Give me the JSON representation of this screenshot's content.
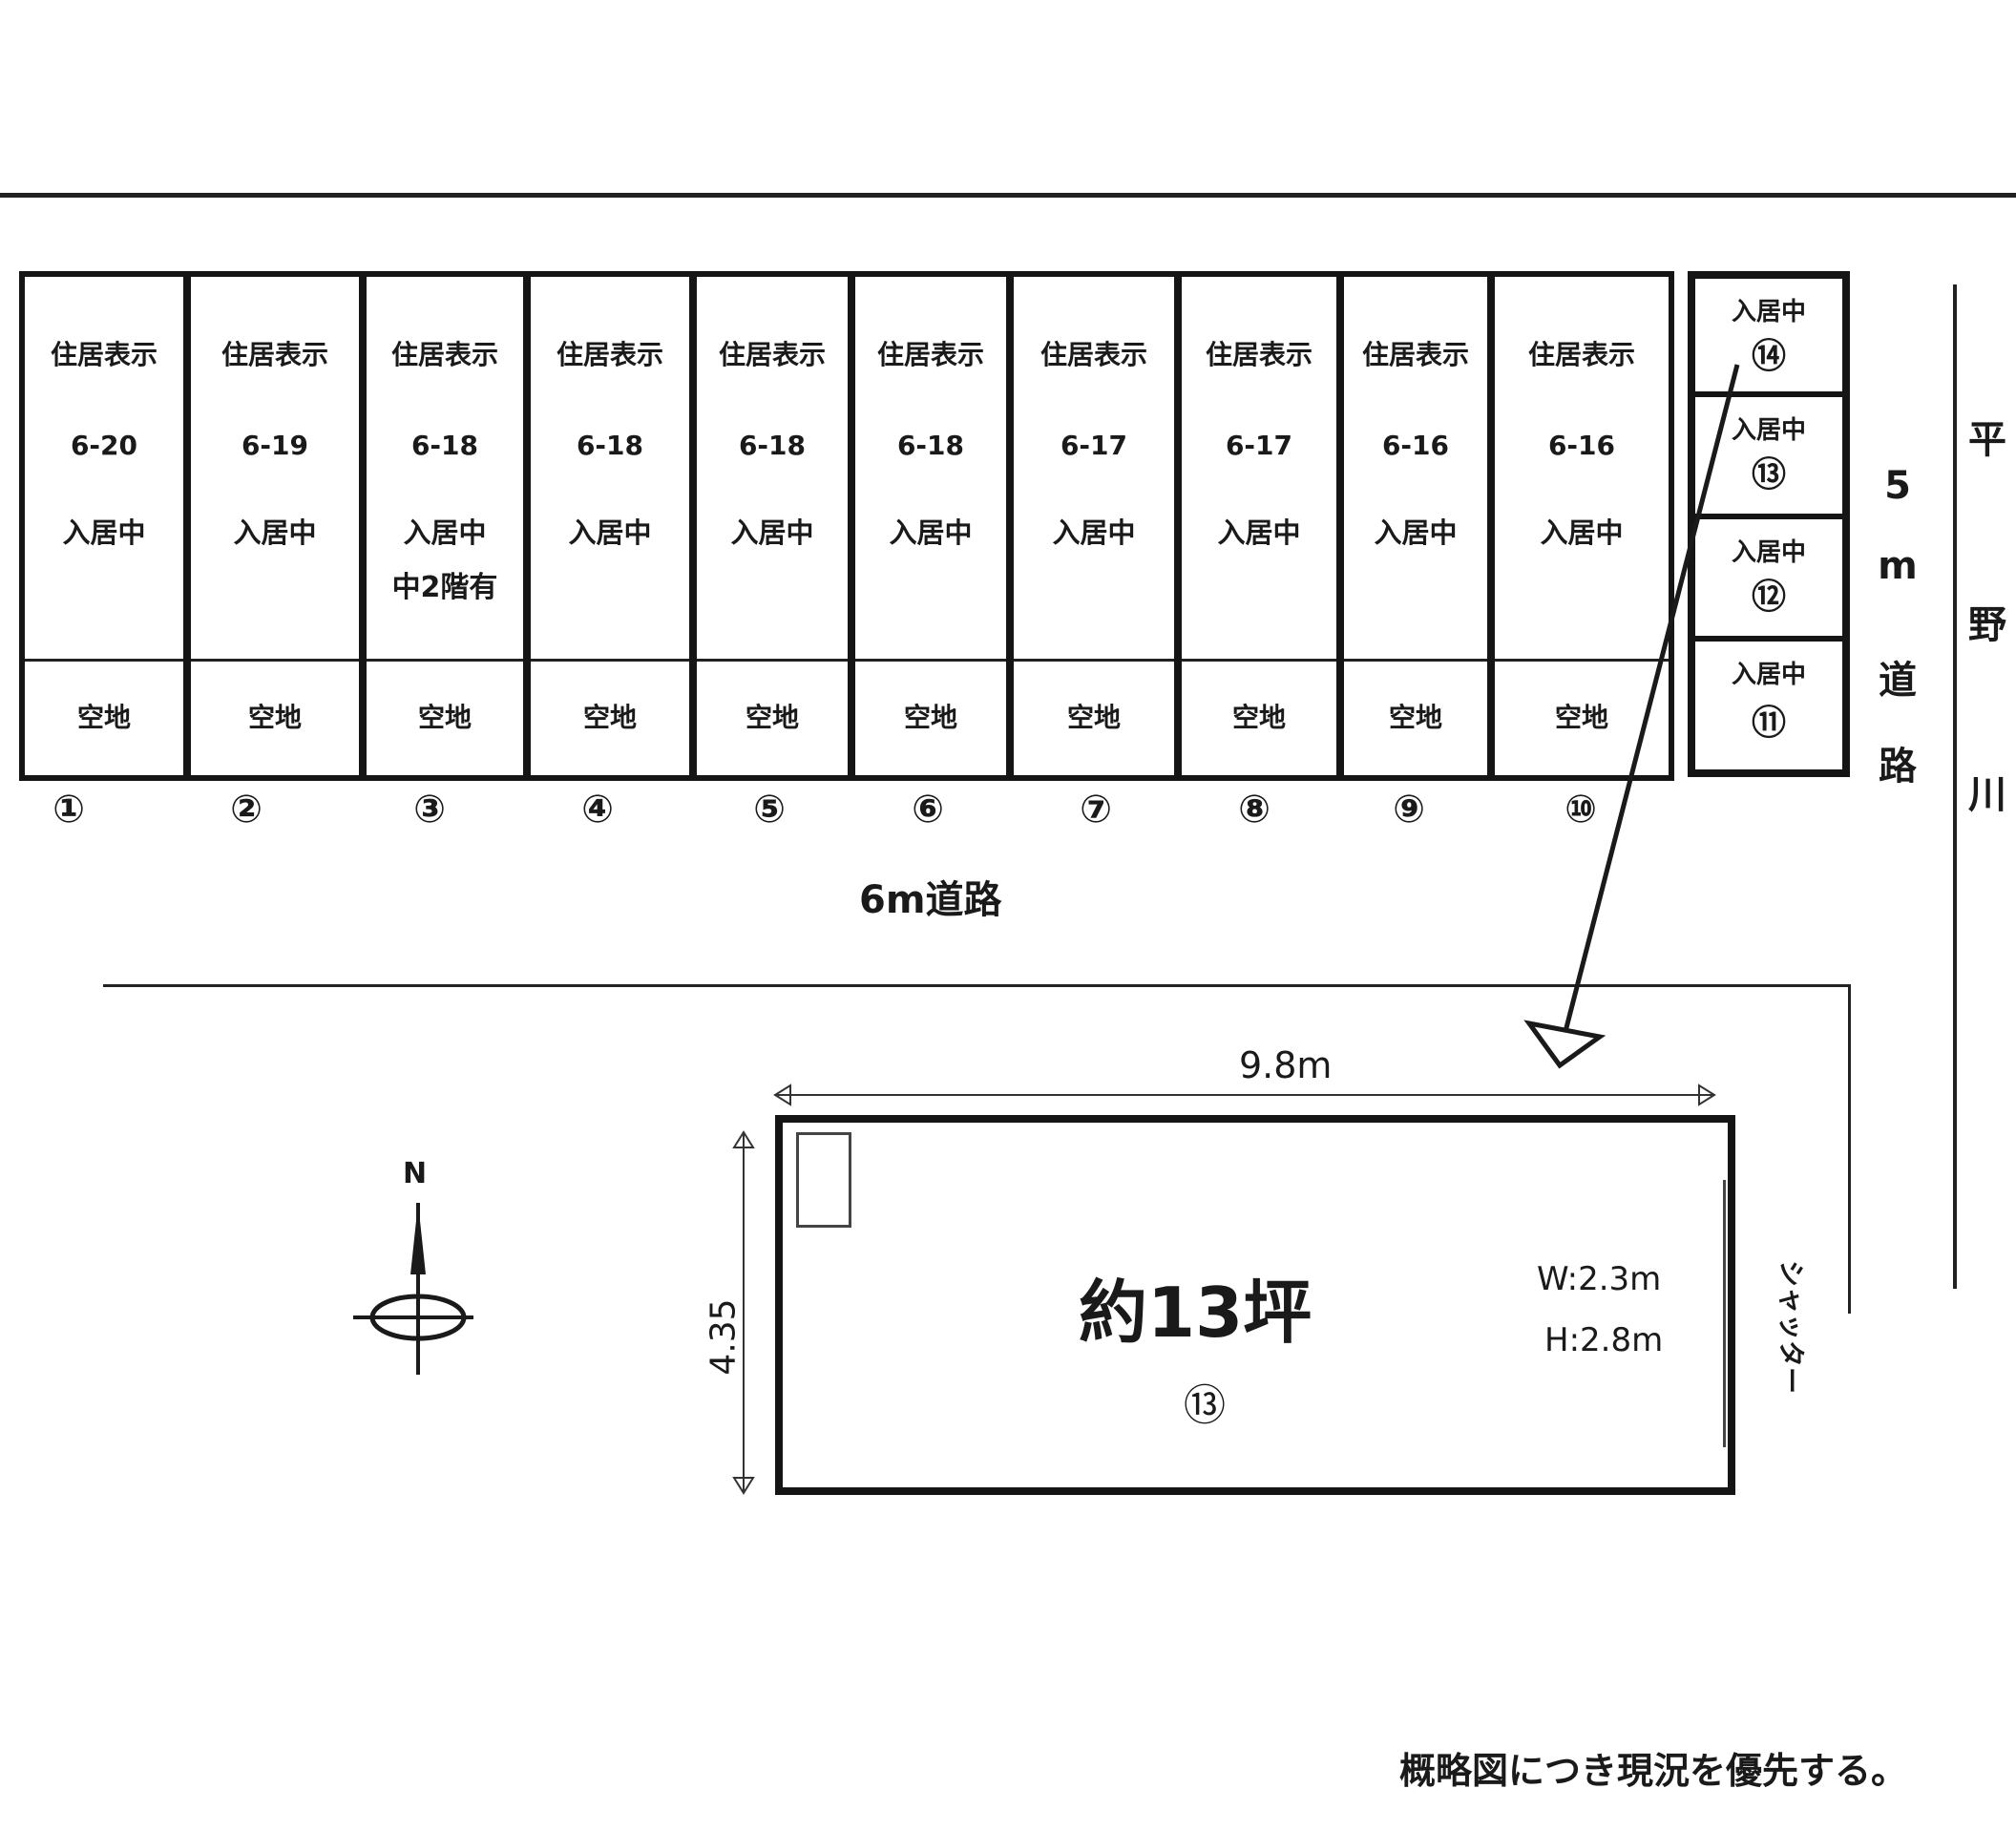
{
  "units": [
    {
      "addr_label": "住居表示",
      "addr": "6-20",
      "status": "入居中",
      "note": "",
      "yard": "空地",
      "num": "①"
    },
    {
      "addr_label": "住居表示",
      "addr": "6-19",
      "status": "入居中",
      "note": "",
      "yard": "空地",
      "num": "②"
    },
    {
      "addr_label": "住居表示",
      "addr": "6-18",
      "status": "入居中",
      "note": "中2階有",
      "yard": "空地",
      "num": "③"
    },
    {
      "addr_label": "住居表示",
      "addr": "6-18",
      "status": "入居中",
      "note": "",
      "yard": "空地",
      "num": "④"
    },
    {
      "addr_label": "住居表示",
      "addr": "6-18",
      "status": "入居中",
      "note": "",
      "yard": "空地",
      "num": "⑤"
    },
    {
      "addr_label": "住居表示",
      "addr": "6-18",
      "status": "入居中",
      "note": "",
      "yard": "空地",
      "num": "⑥"
    },
    {
      "addr_label": "住居表示",
      "addr": "6-17",
      "status": "入居中",
      "note": "",
      "yard": "空地",
      "num": "⑦"
    },
    {
      "addr_label": "住居表示",
      "addr": "6-17",
      "status": "入居中",
      "note": "",
      "yard": "空地",
      "num": "⑧"
    },
    {
      "addr_label": "住居表示",
      "addr": "6-16",
      "status": "入居中",
      "note": "",
      "yard": "空地",
      "num": "⑨"
    },
    {
      "addr_label": "住居表示",
      "addr": "6-16",
      "status": "入居中",
      "note": "",
      "yard": "空地",
      "num": "⑩"
    }
  ],
  "side_units": [
    {
      "status": "入居中",
      "num": "⑭"
    },
    {
      "status": "入居中",
      "num": "⑬"
    },
    {
      "status": "入居中",
      "num": "⑫"
    },
    {
      "status": "入居中",
      "num": "⑪"
    }
  ],
  "roads": {
    "south": "6m道路",
    "east_chars": [
      "5",
      "m",
      "道",
      "路"
    ],
    "river_chars": [
      "平",
      "野",
      "川"
    ]
  },
  "plan": {
    "width_label": "9.8m",
    "height_label": "4.35",
    "area": "約13坪",
    "unit_num": "⑬",
    "shutter_w": "W:2.3m",
    "shutter_h": "H:2.8m",
    "shutter_label": "シャッター"
  },
  "compass": {
    "north": "N"
  },
  "footnote": "概略図につき現況を優先する。"
}
